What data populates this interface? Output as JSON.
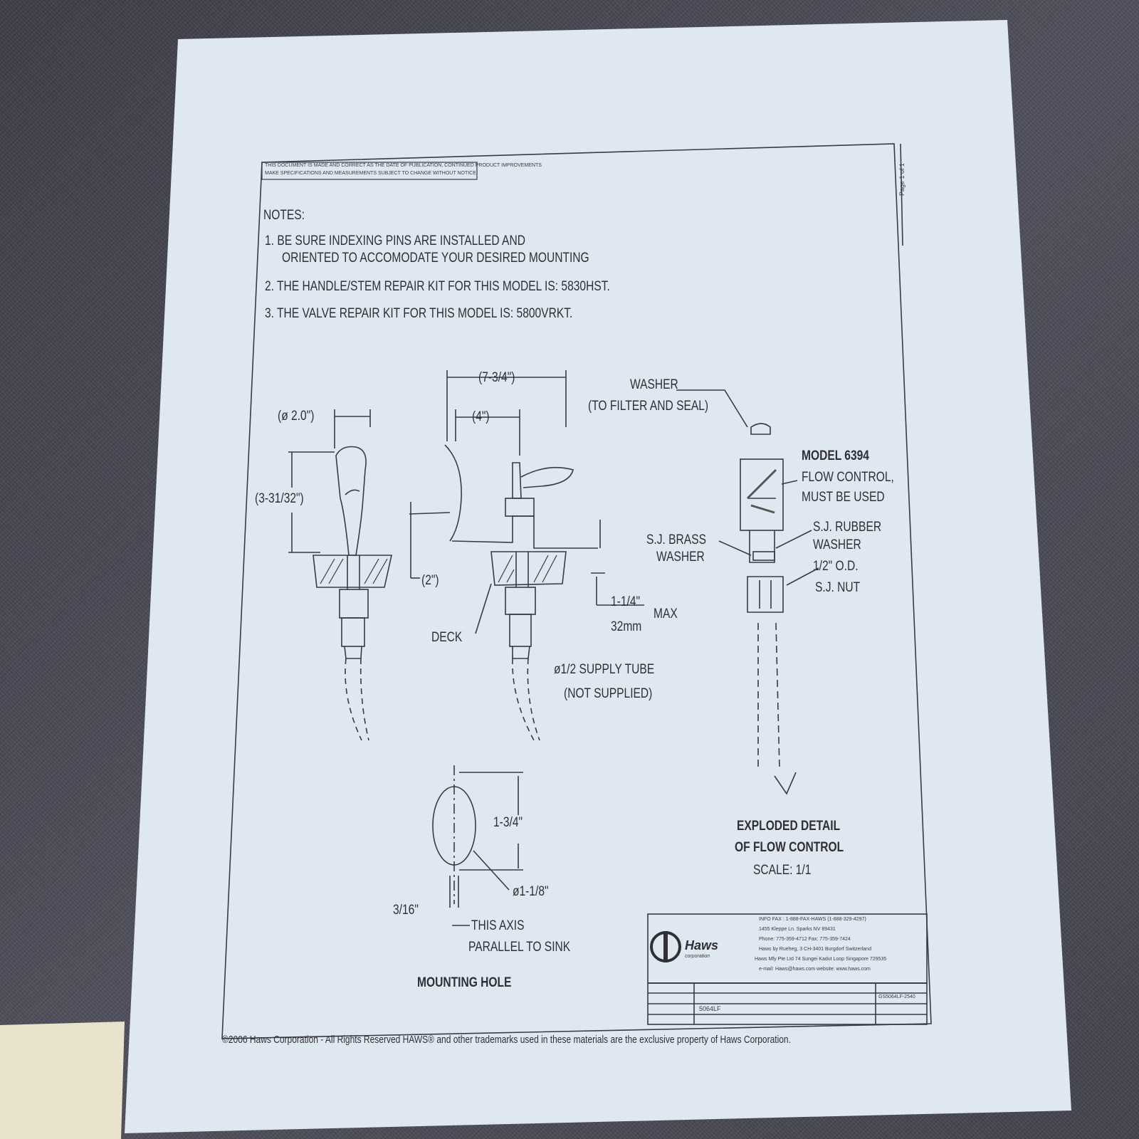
{
  "header_box": {
    "line1": "THIS DOCUMENT IS MADE AND CORRECT AS THE DATE OF PUBLICATION, CONTINUED PRODUCT IMPROVEMENTS",
    "line2": "MAKE SPECIFICATIONS AND MEASUREMENTS SUBJECT TO CHANGE WITHOUT NOTICE"
  },
  "page_marker": "Page 1 of 1",
  "notes": {
    "heading": "NOTES:",
    "items": [
      "1. BE SURE INDEXING PINS ARE INSTALLED AND",
      "ORIENTED TO ACCOMODATE YOUR DESIRED MOUNTING",
      "2. THE HANDLE/STEM REPAIR KIT FOR THIS MODEL IS: 5830HST.",
      "3. THE VALVE REPAIR KIT FOR THIS MODEL IS: 5800VRKT."
    ]
  },
  "dimensions": {
    "dia_2": "(ø 2.0\")",
    "height_3_31_32": "(3-31/32\")",
    "overall_7_3_4": "(7-3/4\")",
    "reach_4": "(4\")",
    "two_inch": "(2\")",
    "deck_max_fraction": "1-1/4\"",
    "deck_max_mm": "32mm",
    "deck_max_label": "MAX",
    "deck": "DECK",
    "supply_tube_1": "ø1/2 SUPPLY TUBE",
    "supply_tube_2": "(NOT SUPPLIED)"
  },
  "flow_control": {
    "washer_1": "WASHER",
    "washer_2": "(TO FILTER AND SEAL)",
    "model": "MODEL 6394",
    "flow_1": "FLOW CONTROL,",
    "flow_2": "MUST BE USED",
    "brass_1": "S.J. BRASS",
    "brass_2": "WASHER",
    "rubber_1": "S.J. RUBBER",
    "rubber_2": "WASHER",
    "nut_1": "1/2\" O.D.",
    "nut_2": "S.J. NUT",
    "title_1": "EXPLODED DETAIL",
    "title_2": "OF FLOW CONTROL",
    "scale": "SCALE: 1/1"
  },
  "mounting_hole": {
    "height": "1-3/4\"",
    "dia": "ø1-1/8\"",
    "slot": "3/16\"",
    "axis_1": "THIS AXIS",
    "axis_2": "PARALLEL TO SINK",
    "title": "MOUNTING HOLE"
  },
  "title_block": {
    "brand": "Haws",
    "brand_sub": "corporation",
    "info_lines": [
      "INFO FAX : 1-888-FAX-HAWS (1-888-329-4297)",
      "1455 Kleppe Ln. Sparks NV 89431",
      "Phone: 775-359-4712 Fax: 775-359-7424",
      "Haws by Rueheg, 3 CH-3401 Burgdorf Switzerland",
      "Haws Mfy Pte Ltd 74 Sungei Kadut Loop Singapore 729535",
      "e-mail: Haws@haws.com    website: www.haws.com"
    ],
    "model": "5064LF",
    "doc_no": "GS5064LF-2540"
  },
  "copyright": "©2006 Haws Corporation - All Rights Reserved   HAWS® and other trademarks used in these materials are the exclusive property of Haws Corporation.",
  "colors": {
    "paper": "#dde7ef",
    "ink": "#2f2f35",
    "background": "#4a4a55"
  }
}
